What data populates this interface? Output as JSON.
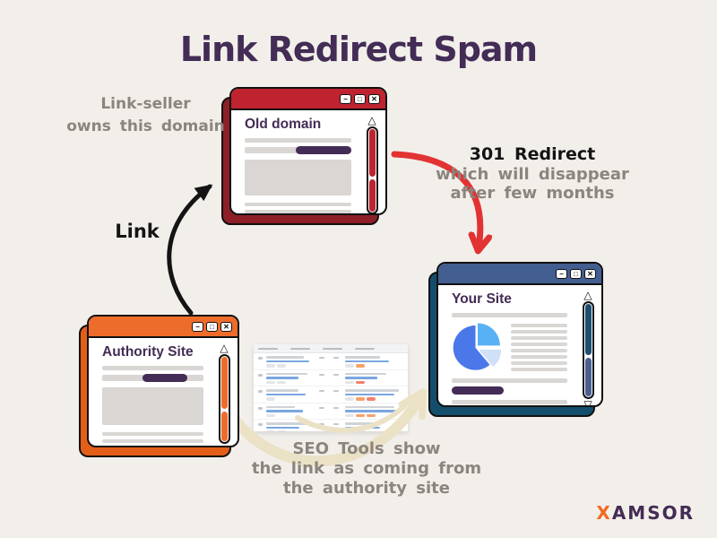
{
  "background": "#f2efeb",
  "title": {
    "text": "Link Redirect Spam",
    "color": "#432c55"
  },
  "annotations": {
    "link_seller": {
      "lines": [
        "Link-seller",
        "owns this domain"
      ],
      "color": "#8b857e"
    },
    "link_arrow_label": "Link",
    "redirect": {
      "heading": "301 Redirect",
      "lines": [
        "which will disappear",
        "after few months"
      ],
      "sub_color": "#8b857e"
    },
    "seo_tools": {
      "lines": [
        "SEO Tools show",
        "the link as coming from",
        "the authority site"
      ],
      "color": "#8b857e"
    }
  },
  "windows": {
    "old_domain": {
      "title": "Old domain",
      "titlebar_color": "#bf2330",
      "shadow_color": "#8d2027",
      "scrollbar_color": "#bf2330",
      "scrollbar_color2": "#bf2330"
    },
    "your_site": {
      "title": "Your Site",
      "titlebar_color": "#435e90",
      "shadow_color": "#134e6c",
      "scrollbar_color": "#1d4d6e",
      "scrollbar_color2": "#4a5f90",
      "pie_chart": {
        "type": "pie",
        "slices": [
          {
            "name": "main",
            "fraction": 0.61,
            "color": "#4b78e8"
          },
          {
            "name": "top-right",
            "fraction": 0.25,
            "color": "#58b0f5"
          },
          {
            "name": "small",
            "fraction": 0.14,
            "color": "#cfe0f8"
          }
        ]
      }
    },
    "authority_site": {
      "title": "Authority Site",
      "titlebar_color": "#ee6c2b",
      "shadow_color": "#e35f17",
      "scrollbar_color": "#ee6c2b",
      "scrollbar_color2": "#ee6c2b"
    }
  },
  "window_chrome": {
    "minimize_icon": "−",
    "maximize_icon": "□",
    "close_icon": "✕",
    "scroll_up_icon": "△",
    "scroll_down_icon": "▽"
  },
  "arrows": {
    "link_color": "#141414",
    "redirect_color": "#e23333",
    "seo_color": "#ebe2c6"
  },
  "logo": {
    "x": "X",
    "rest": "AMSOR",
    "x_color": "#f26a21",
    "text_color": "#432c55"
  }
}
